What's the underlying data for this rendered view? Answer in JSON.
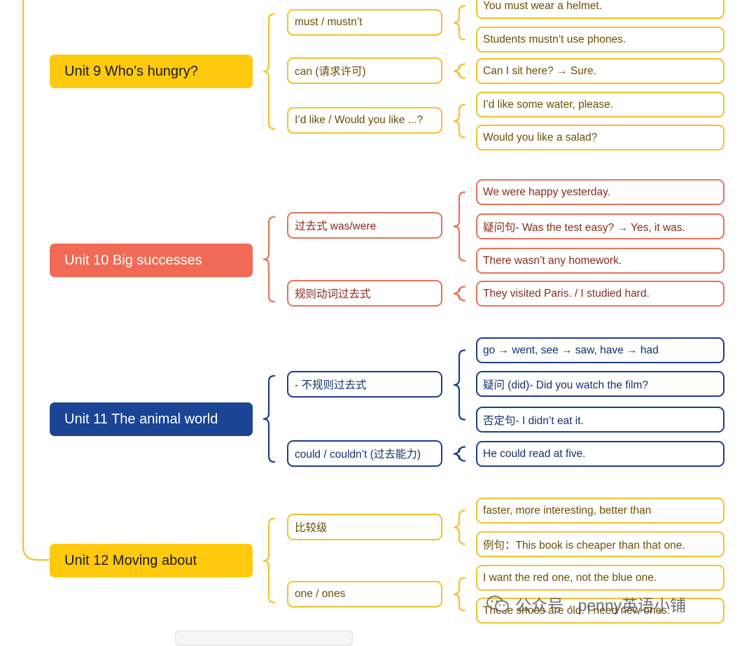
{
  "colors": {
    "yellow": "#F2C12E",
    "yellow_fill": "#FFC90E",
    "yellow_text": "#6b4f00",
    "salmon": "#E8735A",
    "salmon_fill": "#F16A55",
    "salmon_text": "#8a2a1a",
    "navy": "#1B3F8B",
    "navy_fill": "#1B4494",
    "navy_text": "#14306b"
  },
  "units": [
    {
      "id": "unit9",
      "title": "Unit 9 Who’s hungry?",
      "theme": "yellow",
      "points": [
        {
          "label": "must / mustn’t",
          "examples": [
            "You must wear a helmet.",
            "Students mustn’t use phones."
          ]
        },
        {
          "label": "can (请求许可)",
          "examples": [
            "Can I sit here? → Sure."
          ]
        },
        {
          "label": "I’d like / Would you like ...?",
          "examples": [
            "I’d like some water, please.",
            "Would you like a salad?"
          ]
        }
      ]
    },
    {
      "id": "unit10",
      "title": "Unit 10 Big successes",
      "theme": "salmon",
      "points": [
        {
          "label": "过去式 was/were",
          "examples": [
            "We were happy yesterday.",
            "疑问句- Was the test easy? → Yes, it was.",
            "There wasn’t any homework."
          ]
        },
        {
          "label": "规则动词过去式",
          "examples": [
            "They visited Paris. / I studied hard."
          ]
        }
      ]
    },
    {
      "id": "unit11",
      "title": "Unit 11 The animal world",
      "theme": "navy",
      "points": [
        {
          "label": "- 不规则过去式",
          "examples": [
            "go → went, see → saw, have → had",
            "疑问 (did)- Did you watch the film?",
            "否定句- I didn’t eat it."
          ]
        },
        {
          "label": "could / couldn’t (过去能力)",
          "examples": [
            "He could read at five."
          ]
        }
      ]
    },
    {
      "id": "unit12",
      "title": "Unit 12 Moving about",
      "theme": "yellow",
      "points": [
        {
          "label": "比较级",
          "examples": [
            "faster, more interesting, better than",
            "例句：This book is cheaper than that one."
          ]
        },
        {
          "label": "one / ones",
          "examples": [
            "I want the red one, not the blue one.",
            "These shoes are old. I need new ones."
          ]
        }
      ]
    }
  ],
  "watermark": {
    "text": "公众号 · penny英语小铺",
    "icon": "wechat-icon"
  }
}
